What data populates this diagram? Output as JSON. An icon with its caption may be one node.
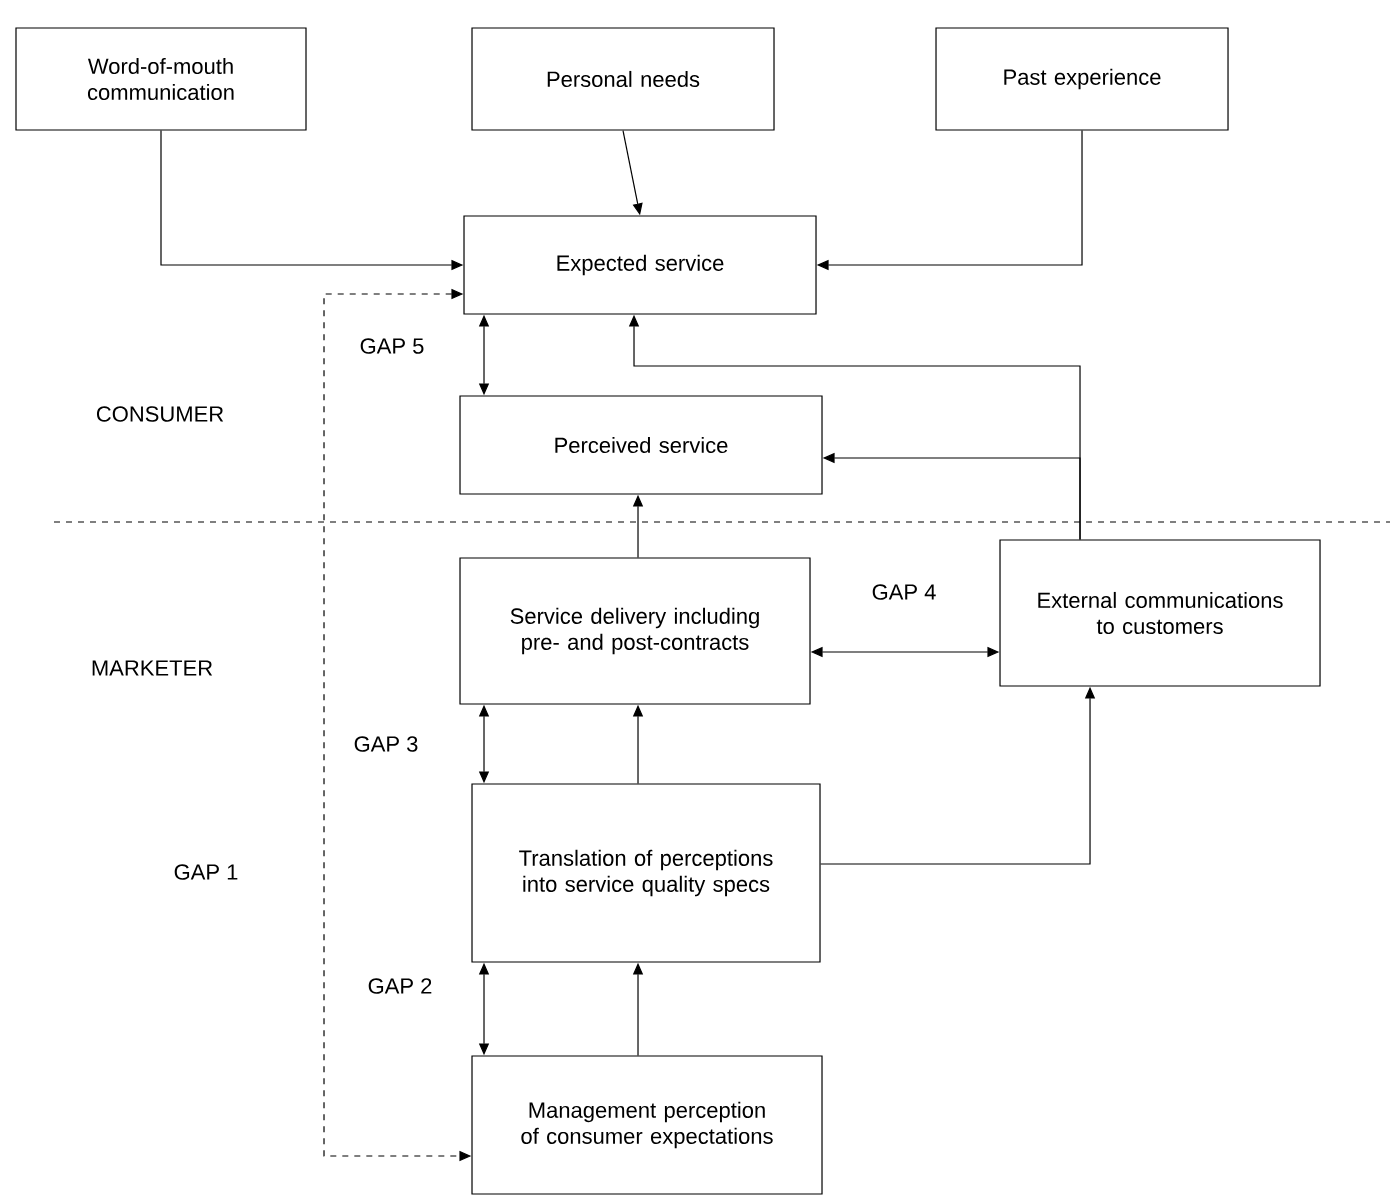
{
  "diagram": {
    "nodes": [
      {
        "text": [
          "Word-of-mouth communication"
        ]
      },
      {
        "text": [
          "Personal needs"
        ]
      },
      {
        "text": [
          "Past experience"
        ]
      },
      {
        "text": [
          "Expected service"
        ]
      },
      {
        "text": [
          "Perceived service"
        ]
      },
      {
        "text": [
          "Service delivery including pre- and post-contracts"
        ]
      },
      {
        "text": [
          "External communications to customers"
        ]
      },
      {
        "text": [
          "Translation of perceptions into service quality specs"
        ]
      },
      {
        "text": [
          "Management perception of consumer expectations"
        ]
      }
    ],
    "edges": [
      {
        "from": 0,
        "to": 3,
        "arrow": "to"
      },
      {
        "from": 1,
        "to": 3,
        "arrow": "to"
      },
      {
        "from": 2,
        "to": 3,
        "arrow": "to"
      },
      {
        "from": 6,
        "to": 3,
        "arrow": "to"
      },
      {
        "from": 6,
        "to": 4,
        "arrow": "to"
      },
      {
        "from": 3,
        "to": 4,
        "arrow": "both",
        "label": "GAP 5"
      },
      {
        "from": 5,
        "to": 4,
        "arrow": "to"
      },
      {
        "from": 5,
        "to": 6,
        "arrow": "both",
        "label": "GAP 4"
      },
      {
        "from": 5,
        "to": 7,
        "arrow": "both",
        "label": "GAP 3"
      },
      {
        "from": 7,
        "to": 5,
        "arrow": "to"
      },
      {
        "from": 7,
        "to": 6,
        "arrow": "to"
      },
      {
        "from": 7,
        "to": 8,
        "arrow": "both",
        "label": "GAP 2"
      },
      {
        "from": 8,
        "to": 7,
        "arrow": "to"
      },
      {
        "from": 3,
        "to": 8,
        "arrow": "both",
        "style": "dashed"
      }
    ],
    "labels": [
      "CONSUMER",
      "MARKETER",
      "GAP 1"
    ]
  }
}
